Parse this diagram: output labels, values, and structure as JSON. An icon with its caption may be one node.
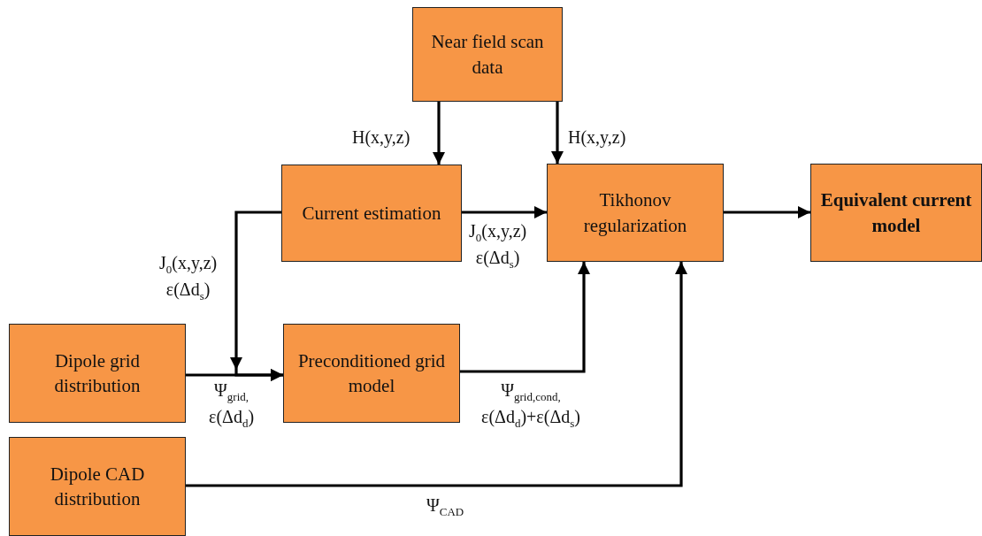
{
  "diagram": {
    "nodes": [
      {
        "text": [
          "Near field scan data"
        ]
      },
      {
        "text": [
          "Current estimation"
        ]
      },
      {
        "text": [
          "Tikhonov regularization"
        ]
      },
      {
        "text": [
          "Equivalent current model"
        ]
      },
      {
        "text": [
          "Dipole grid distribution"
        ]
      },
      {
        "text": [
          "Preconditioned grid model"
        ]
      },
      {
        "text": [
          "Dipole CAD distribution"
        ]
      }
    ],
    "edges": [
      {
        "from": 0,
        "to": 1,
        "arrow": "to",
        "label": "H(x,y,z)"
      },
      {
        "from": 0,
        "to": 2,
        "arrow": "to",
        "label": "H(x,y,z)"
      },
      {
        "from": 1,
        "to": 2,
        "arrow": "to",
        "label": "J$_{0}$(x,y,z) ε(Δd$_{s}$)"
      },
      {
        "from": 2,
        "to": 3,
        "arrow": "to"
      },
      {
        "from": 1,
        "to": 5,
        "arrow": "to",
        "label": "J$_{0}$(x,y,z) ε(Δd$_{s}$)"
      },
      {
        "from": 4,
        "to": 5,
        "arrow": "to",
        "label": "Ψ$_{grid,}$ ε(Δd$_{d}$)"
      },
      {
        "from": 5,
        "to": 2,
        "arrow": "to",
        "label": "Ψ$_{grid,cond,}$ ε(Δd$_{d}$)+ε(Δd$_{s}$)"
      },
      {
        "from": 6,
        "to": 2,
        "arrow": "to",
        "label": "Ψ$_{CAD}$"
      }
    ]
  }
}
